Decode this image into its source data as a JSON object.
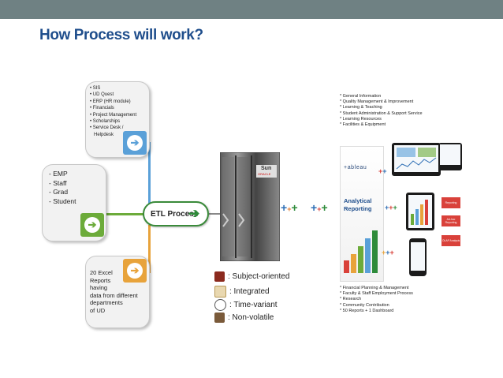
{
  "title": "How Process will work?",
  "source_boxes": {
    "top": {
      "items": [
        "• SIS",
        "• UD Quest",
        "• ERP (HR module)",
        "• Financials",
        "• Project Management",
        "• Scholarships",
        "• Service Desk /",
        "  Helpdesk"
      ]
    },
    "middle": {
      "items": [
        "- EMP",
        "- Staff",
        "- Grad",
        "- Student"
      ]
    },
    "bottom": {
      "items": [
        "20 Excel",
        "Reports",
        "having",
        "data from different",
        "departments",
        "of UD"
      ]
    }
  },
  "etl_label": "ETL Process",
  "server_brand": "Sun",
  "server_sub": "ORACLE",
  "properties": [
    ": Subject-oriented",
    ": Integrated",
    ": Time-variant",
    ": Non-volatile"
  ],
  "top_list": [
    "* General Information",
    "* Quality Management & Improvement",
    "* Learning & Teaching",
    "* Student Administration & Support Service",
    "* Learning Resources",
    "* Facilities & Equipment"
  ],
  "bottom_list": [
    "* Financial Planning & Management",
    "* Faculty & Staff Employment Process",
    "* Research",
    "* Community Contribution",
    "* 50 Reports + 1 Dashboard"
  ],
  "panel": {
    "brand": "+ableau",
    "line1": "Analytical",
    "line2": "Reporting"
  },
  "tags": [
    "Reporting",
    "Ad-hoc Reporting",
    "OLAP Analysis"
  ],
  "colors": {
    "title": "#1f4e8c",
    "topbar": "#6f8183",
    "blue_icon": "#5aa0d8",
    "green_icon": "#6cab3a",
    "orange_icon": "#e8a33b",
    "tag": "#d9413a"
  }
}
